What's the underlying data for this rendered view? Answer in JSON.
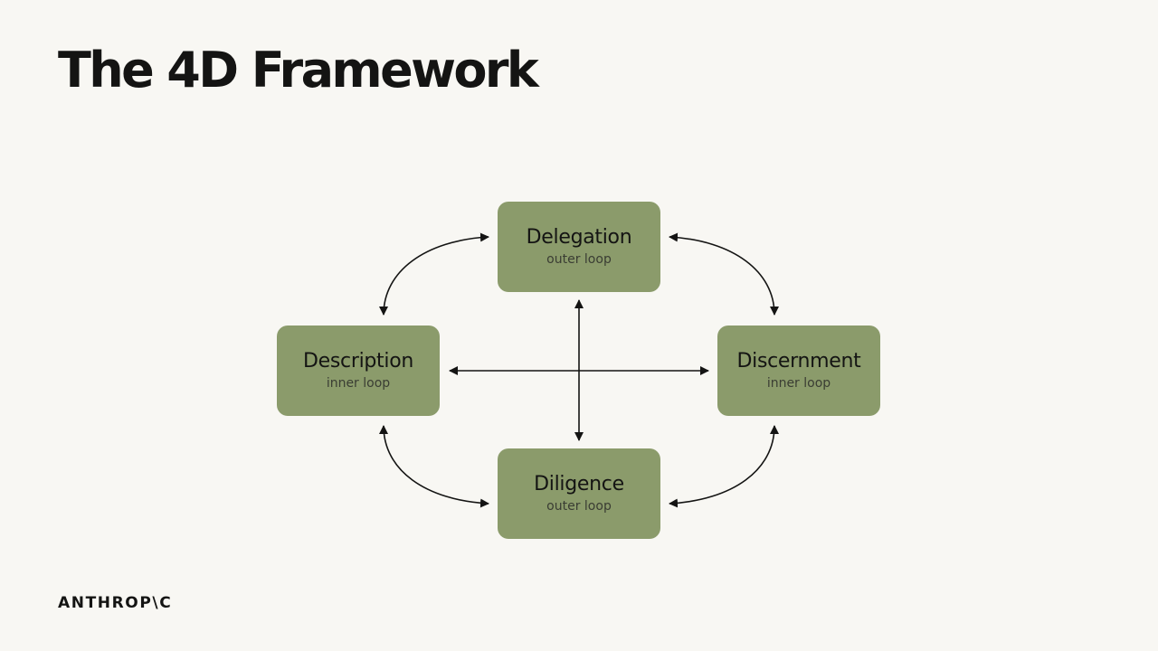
{
  "slide": {
    "title": "The 4D Framework",
    "logo": "ANTHROP\\C"
  },
  "diagram": {
    "nodes": [
      {
        "id": "delegation",
        "title": "Delegation",
        "subtitle": "outer loop"
      },
      {
        "id": "description",
        "title": "Description",
        "subtitle": "inner loop"
      },
      {
        "id": "discernment",
        "title": "Discernment",
        "subtitle": "inner loop"
      },
      {
        "id": "diligence",
        "title": "Diligence",
        "subtitle": "outer loop"
      }
    ],
    "connections": [
      {
        "from": "description",
        "to": "delegation",
        "style": "curved-bidirectional"
      },
      {
        "from": "delegation",
        "to": "discernment",
        "style": "curved-bidirectional"
      },
      {
        "from": "description",
        "to": "diligence",
        "style": "curved-bidirectional"
      },
      {
        "from": "diligence",
        "to": "discernment",
        "style": "curved-bidirectional"
      },
      {
        "from": "description",
        "to": "discernment",
        "style": "straight-bidirectional"
      },
      {
        "from": "delegation",
        "to": "diligence",
        "style": "straight-bidirectional"
      }
    ],
    "colors": {
      "node_fill": "#8b9b6b",
      "background": "#f8f7f3",
      "text": "#141413",
      "arrow": "#141413"
    }
  }
}
